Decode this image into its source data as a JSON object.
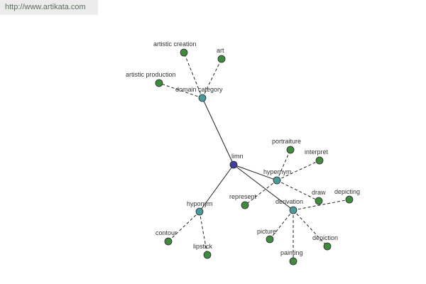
{
  "header": {
    "url": "http://www.artikata.com"
  },
  "colors": {
    "root": "#3d3f9a",
    "relation": "#4a9a9c",
    "leaf": "#3f8a3f"
  },
  "graph": {
    "root": {
      "label": "limn"
    },
    "relations": [
      {
        "id": "domain_category",
        "label": "domain category"
      },
      {
        "id": "hypernym",
        "label": "hypernym"
      },
      {
        "id": "hyponym",
        "label": "hyponym"
      },
      {
        "id": "derivation",
        "label": "derivation"
      }
    ],
    "leaves": [
      {
        "id": "artistic_creation",
        "label": "artistic creation",
        "parent": "domain_category"
      },
      {
        "id": "art",
        "label": "art",
        "parent": "domain_category"
      },
      {
        "id": "artistic_production",
        "label": "artistic production",
        "parent": "domain_category"
      },
      {
        "id": "portraiture",
        "label": "portraiture",
        "parent": "hypernym"
      },
      {
        "id": "interpret",
        "label": "interpret",
        "parent": "hypernym"
      },
      {
        "id": "represent",
        "label": "represent",
        "parent": "hypernym"
      },
      {
        "id": "draw",
        "label": "draw",
        "parent": "hypernym"
      },
      {
        "id": "contour",
        "label": "contour",
        "parent": "hyponym"
      },
      {
        "id": "lipstick",
        "label": "lipstick",
        "parent": "hyponym"
      },
      {
        "id": "depicting",
        "label": "depicting",
        "parent": "derivation"
      },
      {
        "id": "picture",
        "label": "picture",
        "parent": "derivation"
      },
      {
        "id": "depiction",
        "label": "depiction",
        "parent": "derivation"
      },
      {
        "id": "painting",
        "label": "painting",
        "parent": "derivation"
      }
    ]
  }
}
